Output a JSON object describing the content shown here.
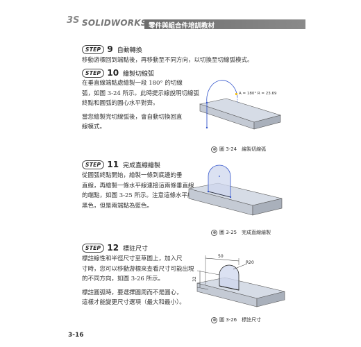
{
  "header": {
    "logo_mark": "3S",
    "logo_text": "SOLIDWORKS",
    "title": "零件與組合件培訓教材"
  },
  "steps": [
    {
      "badge": "STEP",
      "number": "9",
      "title": "自動轉換",
      "lines": [
        "移動游標回到端點後，再移動至不同方向，以切換至切線弧模式。"
      ]
    },
    {
      "badge": "STEP",
      "number": "10",
      "title": "繪製切線弧",
      "lines": [
        "在垂直線端點處繪製一段 180° 的切線",
        "弧，如圖 3-24 所示。此時提示線說明切線弧",
        "終點和圓弧的圓心水平對齊。"
      ],
      "lines2": [
        "當您繪製完切線弧後，會自動切換回直",
        "線模式。"
      ]
    },
    {
      "badge": "STEP",
      "number": "11",
      "title": "完成直線繪製",
      "lines": [
        "從圓弧終點開始，繪製一條到底邊的垂",
        "直線，再繪製一條水平線連接這兩條垂直線",
        "的端點，如圖 3-25 所示。注意這條水平線是",
        "黑色，但是兩端點為藍色。"
      ]
    },
    {
      "badge": "STEP",
      "number": "12",
      "title": "標註尺寸",
      "lines": [
        "標註線性和半徑尺寸至草圖上，加入尺",
        "寸時，您可以移動游標來查看尺寸可能出現",
        "的不同方向，如圖 3-26 所示。"
      ],
      "lines2": [
        "標註圓弧時，要選擇圓周而不是圓心，",
        "這樣才能變更尺寸選項（最大和最小）。"
      ]
    }
  ],
  "figures": [
    {
      "caption": "圖 3-24　繪製切線弧",
      "annotation": "A = 180° R = 23.69"
    },
    {
      "caption": "圖 3-25　完成直線繪製"
    },
    {
      "caption": "圖 3-26　標註尺寸",
      "dim_width": "50",
      "dim_height": "32",
      "dim_radius": "R20"
    }
  ],
  "page_number": "3-16"
}
